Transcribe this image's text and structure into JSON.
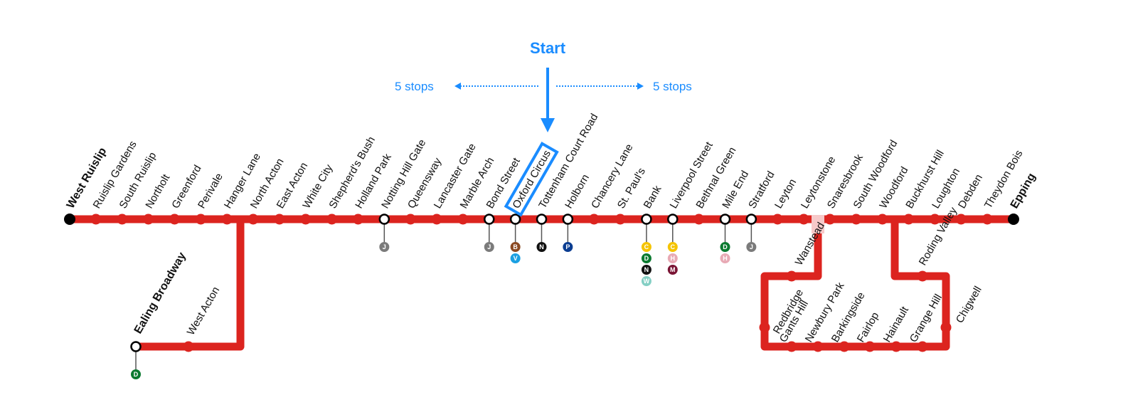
{
  "annotation": {
    "start_label": "Start",
    "left_label": "5 stops",
    "right_label": "5 stops",
    "color": "#1a8cff"
  },
  "line_color": "#dc241f",
  "highlighted_station": "Oxford Circus",
  "main_line": [
    {
      "name": "West Ruislip",
      "terminus": true
    },
    {
      "name": "Ruislip Gardens"
    },
    {
      "name": "South Ruislip"
    },
    {
      "name": "Northolt"
    },
    {
      "name": "Greenford"
    },
    {
      "name": "Perivale"
    },
    {
      "name": "Hanger Lane"
    },
    {
      "name": "North Acton"
    },
    {
      "name": "East Acton"
    },
    {
      "name": "White City"
    },
    {
      "name": "Shepherd's Bush"
    },
    {
      "name": "Holland Park"
    },
    {
      "name": "Notting Hill Gate",
      "interchange": [
        "J"
      ]
    },
    {
      "name": "Queensway"
    },
    {
      "name": "Lancaster Gate"
    },
    {
      "name": "Marble Arch"
    },
    {
      "name": "Bond Street",
      "interchange": [
        "J"
      ]
    },
    {
      "name": "Oxford Circus",
      "interchange": [
        "B",
        "V"
      ]
    },
    {
      "name": "Tottenham Court Road",
      "interchange": [
        "N"
      ]
    },
    {
      "name": "Holborn",
      "interchange": [
        "P"
      ]
    },
    {
      "name": "Chancery Lane"
    },
    {
      "name": "St. Paul's"
    },
    {
      "name": "Bank",
      "interchange": [
        "C",
        "D",
        "N",
        "W"
      ]
    },
    {
      "name": "Liverpool Street",
      "interchange": [
        "C",
        "H",
        "M"
      ]
    },
    {
      "name": "Bethnal Green"
    },
    {
      "name": "Mile End",
      "interchange": [
        "D",
        "H"
      ]
    },
    {
      "name": "Stratford",
      "interchange": [
        "J"
      ]
    },
    {
      "name": "Leyton"
    },
    {
      "name": "Leytonstone"
    },
    {
      "name": "Snaresbrook"
    },
    {
      "name": "South Woodford"
    },
    {
      "name": "Woodford"
    },
    {
      "name": "Buckhurst Hill"
    },
    {
      "name": "Loughton"
    },
    {
      "name": "Debden"
    },
    {
      "name": "Theydon Bois"
    },
    {
      "name": "Epping",
      "terminus": true
    }
  ],
  "ealing_branch": [
    {
      "name": "West Acton"
    },
    {
      "name": "Ealing Broadway",
      "terminus": true,
      "interchange": [
        "D"
      ]
    }
  ],
  "hainault_loop": [
    {
      "name": "Wanstead"
    },
    {
      "name": "Redbridge"
    },
    {
      "name": "Gants Hill"
    },
    {
      "name": "Newbury Park"
    },
    {
      "name": "Barkingside"
    },
    {
      "name": "Fairlop"
    },
    {
      "name": "Hainault"
    },
    {
      "name": "Grange Hill"
    },
    {
      "name": "Chigwell"
    },
    {
      "name": "Roding Valley"
    }
  ],
  "badge_colors": {
    "J": "#7b7b7b",
    "B": "#8b4a22",
    "V": "#1ba0e2",
    "N": "#111111",
    "P": "#0b3d91",
    "C": "#f5c400",
    "D": "#0b7a30",
    "W": "#84cfc4",
    "H": "#e8aab5",
    "M": "#7a1434"
  }
}
